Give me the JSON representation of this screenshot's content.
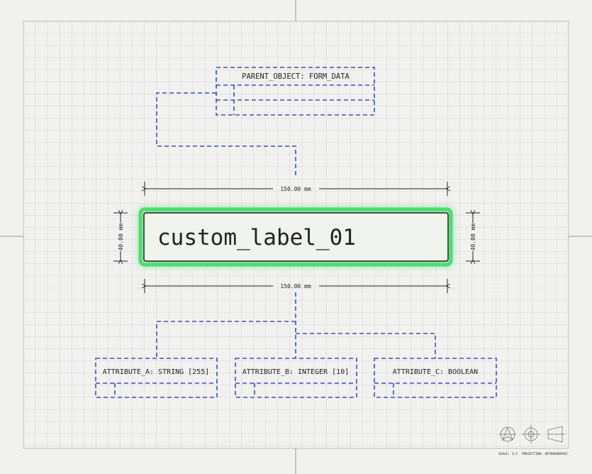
{
  "parent": {
    "title": "PARENT_OBJECT: FORM_DATA"
  },
  "main": {
    "label": "custom_label_01",
    "width_dim": "150.00 mm",
    "height_dim": "40.00 mm",
    "highlight_color": "#4cdc6e"
  },
  "children": [
    {
      "title": "ATTRIBUTE_A: STRING [255]"
    },
    {
      "title": "ATTRIBUTE_B: INTEGER [10]"
    },
    {
      "title": "ATTRIBUTE_C: BOOLEAN"
    }
  ],
  "footer": {
    "scale": "SCALE: 1:1",
    "projection": "PROJECTION: ORTHOGRAPHIC",
    "icons": [
      "compass-icon",
      "target-icon",
      "perspective-icon"
    ]
  },
  "colors": {
    "dashed": "#3a4fc4",
    "grid": "#d6d6d4",
    "background": "#f1f1ef"
  }
}
